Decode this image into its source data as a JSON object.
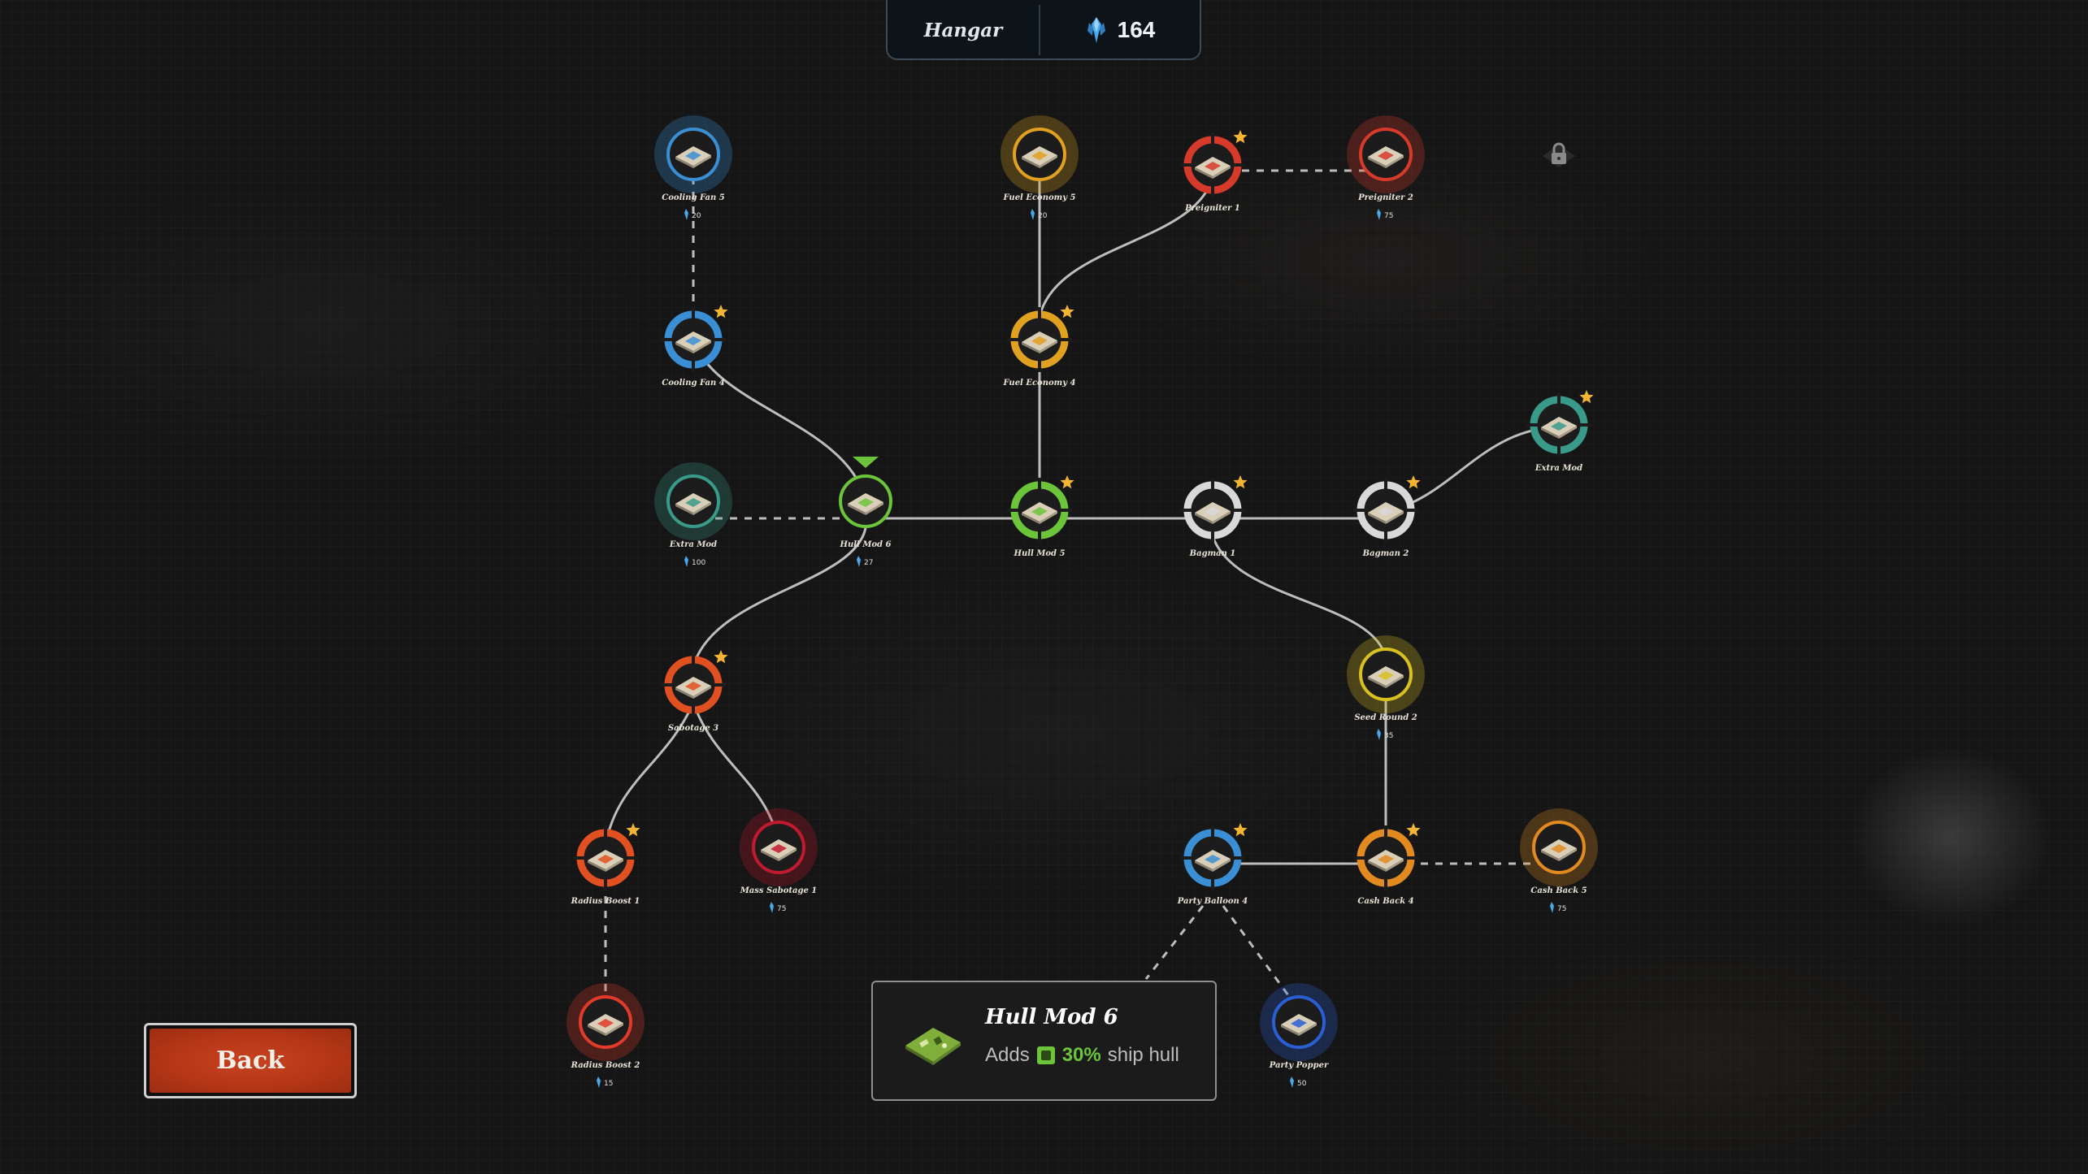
{
  "header": {
    "title": "Hangar",
    "currency_icon": "crystal-icon",
    "currency_amount": "164"
  },
  "back_button": {
    "label": "Back"
  },
  "tooltip": {
    "title": "Hull Mod 6",
    "desc_prefix": "Adds",
    "desc_value": "30%",
    "desc_suffix": "ship hull",
    "icon": "hull-square-icon",
    "value_color": "#6cc43a"
  },
  "nodes": [
    {
      "id": "cooling-fan-5",
      "label": "Cooling Fan 5",
      "cost": "20",
      "color": "#3a8fd4",
      "state": "available"
    },
    {
      "id": "cooling-fan-4",
      "label": "Cooling Fan 4",
      "cost": "",
      "color": "#3a8fd4",
      "state": "owned",
      "star": true
    },
    {
      "id": "fuel-economy-5",
      "label": "Fuel Economy 5",
      "cost": "20",
      "color": "#e0a020",
      "state": "available"
    },
    {
      "id": "fuel-economy-4",
      "label": "Fuel Economy 4",
      "cost": "",
      "color": "#e0a020",
      "state": "owned",
      "star": true
    },
    {
      "id": "preigniter-1",
      "label": "Preigniter 1",
      "cost": "",
      "color": "#d63a2a",
      "state": "owned",
      "star": true
    },
    {
      "id": "preigniter-2",
      "label": "Preigniter 2",
      "cost": "75",
      "color": "#d63a2a",
      "state": "available"
    },
    {
      "id": "locked",
      "label": "",
      "cost": "",
      "color": "#555555",
      "state": "locked"
    },
    {
      "id": "extra-mod-left",
      "label": "Extra Mod",
      "cost": "100",
      "color": "#3a9a8a",
      "state": "available"
    },
    {
      "id": "hull-mod-6",
      "label": "Hull Mod 6",
      "cost": "27",
      "color": "#6cc43a",
      "state": "selected"
    },
    {
      "id": "hull-mod-5",
      "label": "Hull Mod 5",
      "cost": "",
      "color": "#6cc43a",
      "state": "owned",
      "star": true
    },
    {
      "id": "bagman-1",
      "label": "Bagman 1",
      "cost": "",
      "color": "#d8d8d8",
      "state": "owned",
      "star": true
    },
    {
      "id": "bagman-2",
      "label": "Bagman 2",
      "cost": "",
      "color": "#d8d8d8",
      "state": "owned",
      "star": true
    },
    {
      "id": "extra-mod-right",
      "label": "Extra Mod",
      "cost": "",
      "color": "#3a9a8a",
      "state": "owned",
      "star": true
    },
    {
      "id": "sabotage-3",
      "label": "Sabotage 3",
      "cost": "",
      "color": "#e05020",
      "state": "owned",
      "star": true
    },
    {
      "id": "seed-round-2",
      "label": "Seed Round 2",
      "cost": "35",
      "color": "#d8c020",
      "state": "available"
    },
    {
      "id": "radius-boost-1",
      "label": "Radius Boost 1",
      "cost": "",
      "color": "#e05020",
      "state": "owned",
      "star": true
    },
    {
      "id": "mass-sabotage-1",
      "label": "Mass Sabotage 1",
      "cost": "75",
      "color": "#c01a30",
      "state": "available"
    },
    {
      "id": "party-balloon-4",
      "label": "Party Balloon 4",
      "cost": "",
      "color": "#3a8fd4",
      "state": "owned",
      "star": true
    },
    {
      "id": "cash-back-4",
      "label": "Cash Back 4",
      "cost": "",
      "color": "#e08a20",
      "state": "owned",
      "star": true
    },
    {
      "id": "cash-back-5",
      "label": "Cash Back 5",
      "cost": "75",
      "color": "#e08a20",
      "state": "available"
    },
    {
      "id": "radius-boost-2",
      "label": "Radius Boost 2",
      "cost": "15",
      "color": "#e03a2a",
      "state": "available"
    },
    {
      "id": "party-popper",
      "label": "Party Popper",
      "cost": "50",
      "color": "#2a5fd4",
      "state": "available"
    }
  ]
}
